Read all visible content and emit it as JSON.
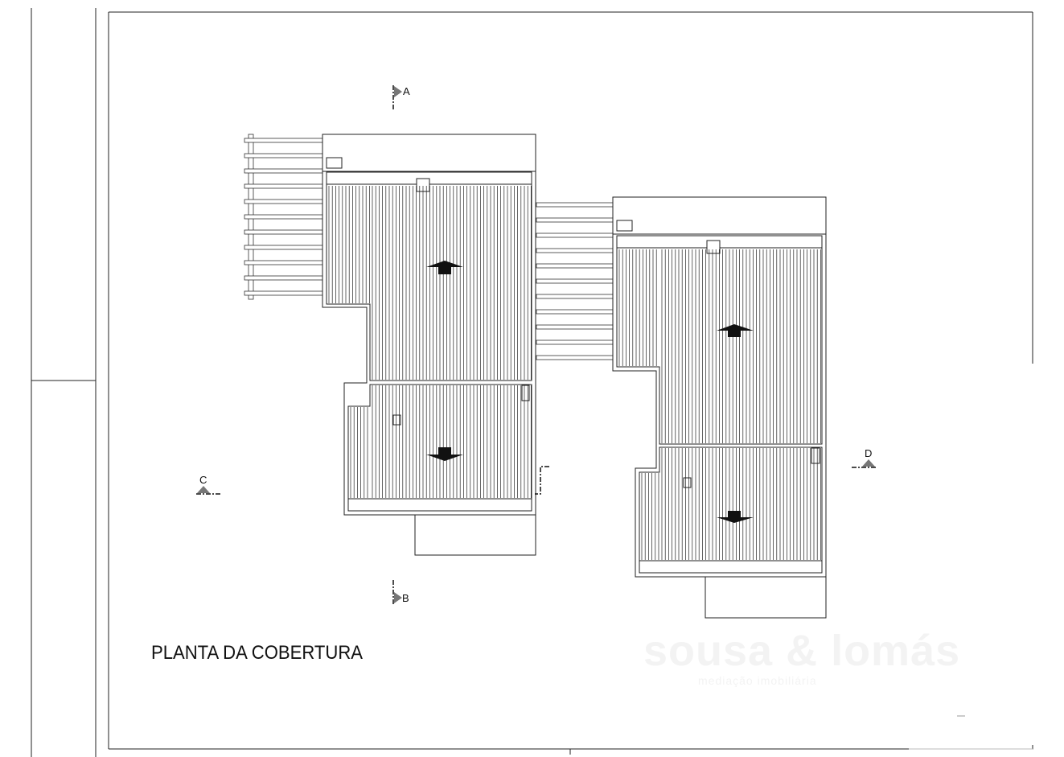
{
  "drawing": {
    "title": "PLANTA DA COBERTURA",
    "section_markers": [
      "A",
      "B",
      "C",
      "D"
    ],
    "watermark": {
      "name": "sousa & lomás",
      "subtitle": "mediação imobiliária"
    }
  }
}
